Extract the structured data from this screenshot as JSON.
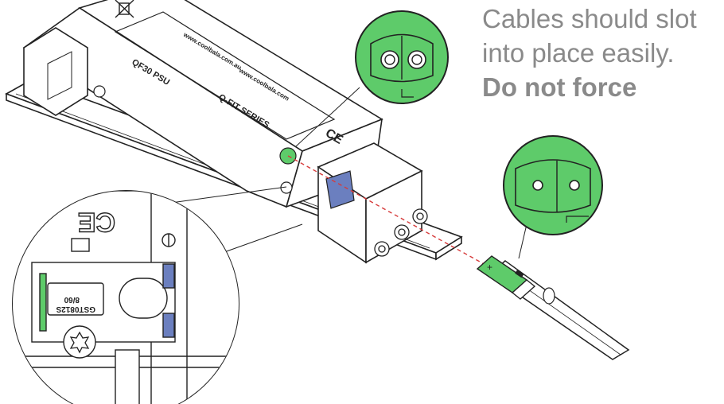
{
  "caption": {
    "line1": "Cables should slot",
    "line2": "into place easily.",
    "line3": "Do not force"
  },
  "housing_labels": {
    "series": "Q-FIT SERIES",
    "model": "QF30 PSU",
    "url_1": "www.coolbala.com",
    "url_2": "www.coolbala.com.au",
    "ce": "CE"
  },
  "cable_polarity": "+",
  "detail_labels": {
    "part_code": "GST0812S",
    "rating": "8/60",
    "ce": "CE"
  },
  "colors": {
    "connector_green": "#5ecb6a",
    "latch_blue": "#6b7fbf",
    "guide_line_red": "#d63a3a",
    "caption_gray": "#8a8a8a"
  },
  "icons": [
    "screw-icon",
    "torx-screw-icon",
    "ce-mark-icon",
    "recycle-bin-icon"
  ]
}
